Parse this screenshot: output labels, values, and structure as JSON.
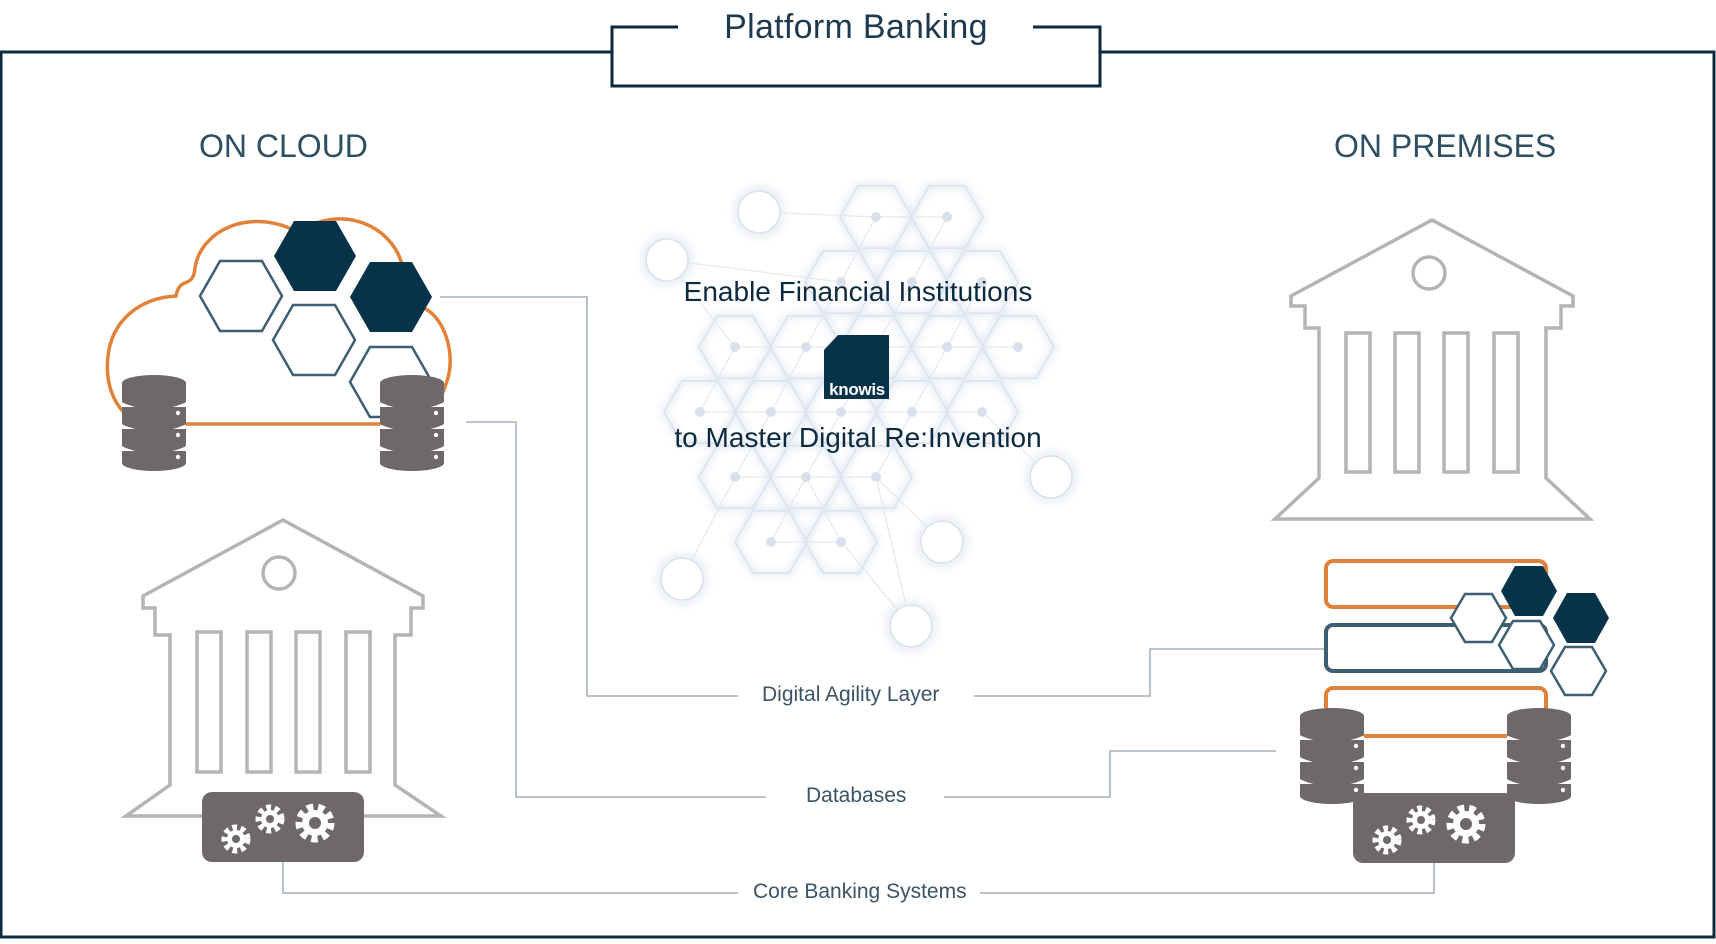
{
  "frame": {
    "title": "Platform Banking"
  },
  "sections": {
    "cloud": "ON CLOUD",
    "premises": "ON PREMISES"
  },
  "center": {
    "line1": "Enable Financial Institutions",
    "line2": "to Master Digital Re:Invention",
    "logo_text": "knowis"
  },
  "layers": {
    "agility": "Digital Agility Layer",
    "databases": "Databases",
    "core": "Core Banking Systems"
  },
  "colors": {
    "navy": "#063349",
    "steel": "#3d5f73",
    "orange": "#e0823a",
    "gray_stroke": "#b4b4b4",
    "db_gray": "#6e6868",
    "line": "#a6b2bf",
    "network": "#c7d0e6"
  },
  "icons": [
    "cloud-icon",
    "hexagon-icon",
    "database-icon",
    "bank-building-icon",
    "gears-icon",
    "network-icon",
    "knowis-logo"
  ]
}
